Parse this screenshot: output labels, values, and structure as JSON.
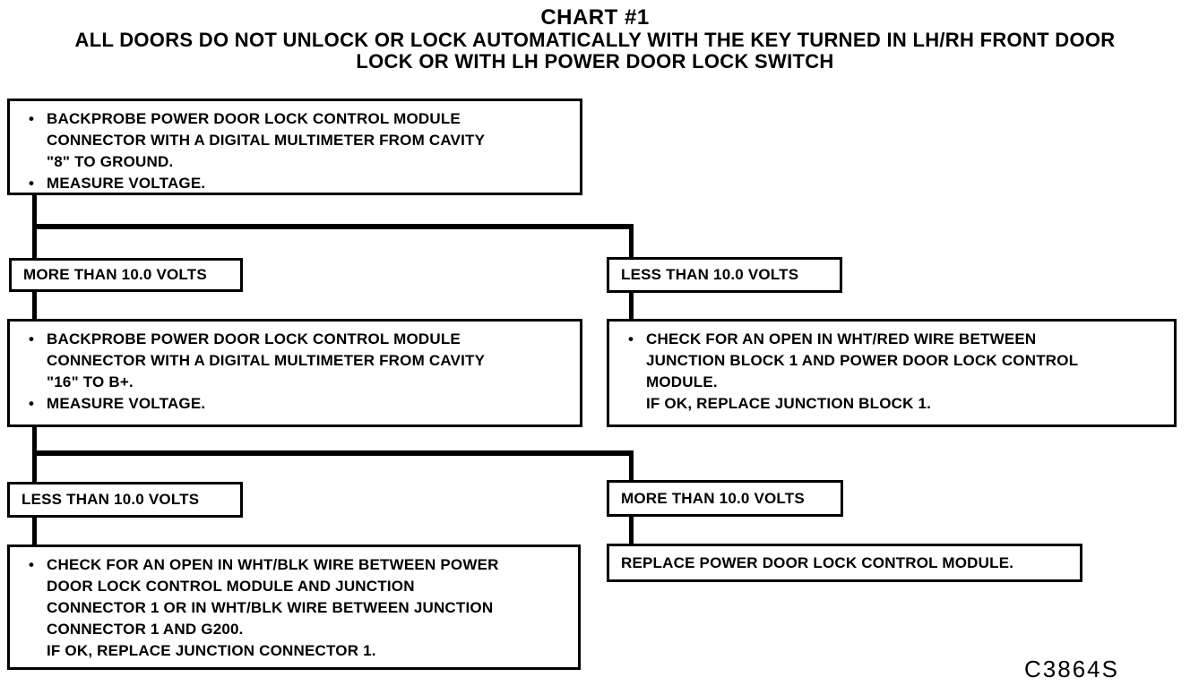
{
  "bullet_char": "•",
  "header": {
    "title": "CHART #1",
    "subtitle_line1": "ALL DOORS DO NOT UNLOCK OR LOCK AUTOMATICALLY WITH THE KEY TURNED IN LH/RH FRONT DOOR",
    "subtitle_line2": "LOCK OR WITH LH POWER DOOR LOCK SWITCH"
  },
  "figure_code": "C3864S",
  "flowchart": {
    "step1": {
      "bullets": [
        "BACKPROBE POWER DOOR LOCK CONTROL MODULE\nCONNECTOR WITH A DIGITAL MULTIMETER FROM CAVITY\n\"8\" TO GROUND.",
        "MEASURE VOLTAGE."
      ]
    },
    "branch1": {
      "left_label": "MORE THAN 10.0 VOLTS",
      "right_label": "LESS THAN 10.0 VOLTS"
    },
    "step2_left": {
      "bullets": [
        "BACKPROBE POWER DOOR LOCK CONTROL MODULE\nCONNECTOR WITH A DIGITAL MULTIMETER FROM CAVITY\n\"16\" TO B+.",
        "MEASURE VOLTAGE."
      ]
    },
    "step2_right": {
      "bullets": [
        "CHECK FOR AN OPEN IN WHT/RED WIRE BETWEEN\nJUNCTION BLOCK 1 AND POWER DOOR LOCK CONTROL\nMODULE.\nIF OK, REPLACE JUNCTION BLOCK 1."
      ]
    },
    "branch2": {
      "left_label": "LESS THAN 10.0 VOLTS",
      "right_label": "MORE THAN 10.0 VOLTS"
    },
    "step3_left": {
      "bullets": [
        "CHECK FOR AN OPEN IN WHT/BLK WIRE BETWEEN POWER\nDOOR LOCK CONTROL MODULE AND JUNCTION\nCONNECTOR 1 OR IN WHT/BLK WIRE BETWEEN JUNCTION\nCONNECTOR 1 AND G200.\nIF OK, REPLACE JUNCTION CONNECTOR 1."
      ]
    },
    "step3_right_label": "REPLACE POWER DOOR LOCK CONTROL MODULE."
  }
}
